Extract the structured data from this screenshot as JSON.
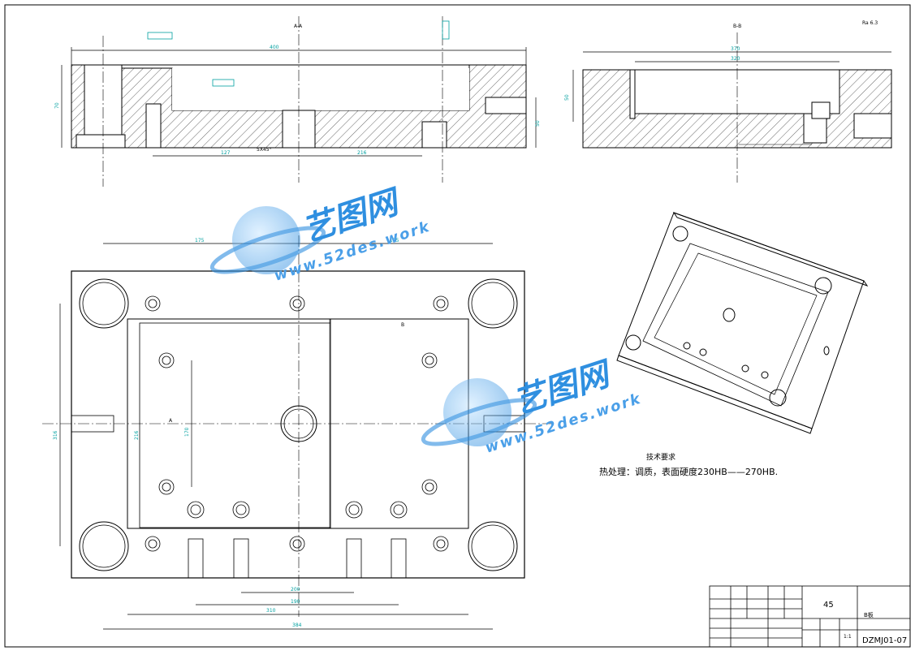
{
  "drawing": {
    "section_a_label": "A-A",
    "section_b_label": "B-B",
    "roughness_note": "Ra 6.3",
    "view_marker_a": "A",
    "view_marker_b": "B"
  },
  "dimensions": {
    "top_width": "400",
    "top_height": "70",
    "top_depth": "50",
    "dim_127": "127",
    "dim_216": "216",
    "chamfer": "5X45°",
    "right_width": "370",
    "right_inner": "320",
    "right_h": "50",
    "plan_175a": "175",
    "plan_175b": "175",
    "plan_height": "316",
    "plan_inner_h": "216",
    "plan_width": "384",
    "plan_bottom_inner": "310",
    "dim_190": "190",
    "dim_200": "200",
    "plan_inner_v": "170"
  },
  "tech": {
    "title": "技术要求",
    "line1": "热处理：调质，表面硬度230HB——270HB."
  },
  "title_block": {
    "material": "45",
    "part_name": "B板",
    "drawing_no": "DZMJ01-07",
    "scale": "1:1"
  },
  "watermark": {
    "brand": "艺图网",
    "url": "www.52des.work"
  },
  "colors": {
    "line": "#000000",
    "dim": "#00a0a0",
    "watermark": "#2f8fe0"
  }
}
